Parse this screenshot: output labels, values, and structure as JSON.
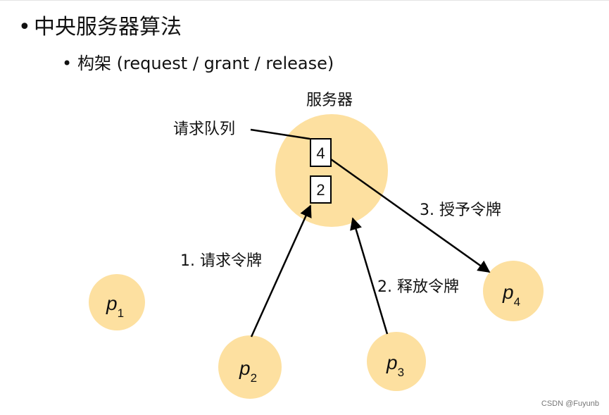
{
  "heading": "中央服务器算法",
  "subheading": "构架 (request / grant / release)",
  "server_label": "服务器",
  "queue_label": "请求队列",
  "queue": [
    "4",
    "2"
  ],
  "steps": {
    "request": "1. 请求令牌",
    "release": "2. 释放令牌",
    "grant": "3. 授予令牌"
  },
  "processes": [
    {
      "name": "p",
      "sub": "1"
    },
    {
      "name": "p",
      "sub": "2"
    },
    {
      "name": "p",
      "sub": "3"
    },
    {
      "name": "p",
      "sub": "4"
    }
  ],
  "colors": {
    "node_fill": "#fde0a0",
    "arrow": "#000000"
  },
  "watermark": "CSDN @Fuyunb"
}
